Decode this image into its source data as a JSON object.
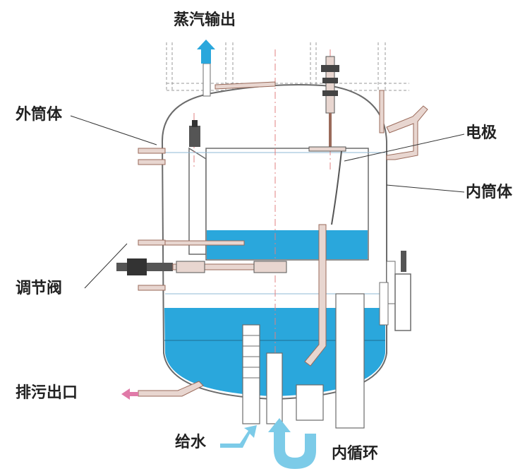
{
  "labels": {
    "steam_output": "蒸汽输出",
    "outer_shell": "外筒体",
    "electrode": "电极",
    "inner_shell": "内筒体",
    "regulating_valve": "调节阀",
    "blowdown_outlet": "排污出口",
    "feed_water": "给水",
    "inner_circulation": "内循环"
  },
  "colors": {
    "water": "#2aa7dc",
    "vessel_line": "#6b6b6b",
    "pipe_fill": "#e8d6d0",
    "pipe_line": "#9a6a5a",
    "centerline": "#e08080",
    "steam_arrow": "#2aa7dc",
    "blowdown_arrow": "#e07aa8",
    "feed_arrow": "#7ccbe8",
    "circulation_arrow": "#7ccbe8"
  }
}
